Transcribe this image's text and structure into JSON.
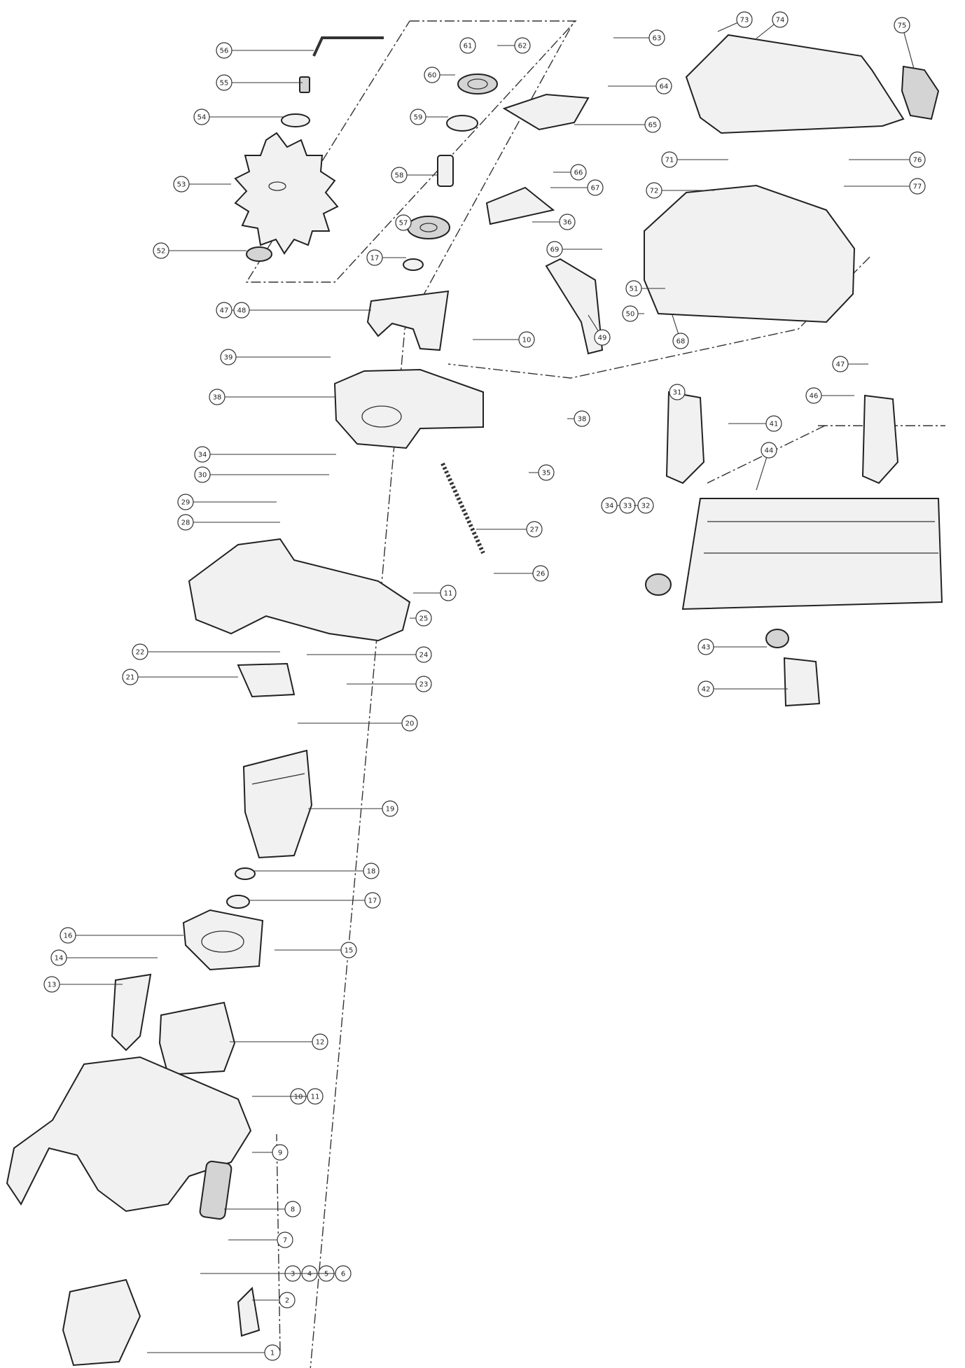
{
  "callouts": [
    {
      "label": "56"
    },
    {
      "label": "55"
    },
    {
      "label": "54"
    },
    {
      "label": "53"
    },
    {
      "label": "52"
    },
    {
      "label": "61"
    },
    {
      "label": "62"
    },
    {
      "label": "60"
    },
    {
      "label": "59"
    },
    {
      "label": "58"
    },
    {
      "label": "57"
    },
    {
      "label": "17"
    },
    {
      "label": "47"
    },
    {
      "label": "48"
    },
    {
      "label": "10"
    },
    {
      "label": "39"
    },
    {
      "label": "38"
    },
    {
      "label": "63"
    },
    {
      "label": "64"
    },
    {
      "label": "65"
    },
    {
      "label": "66"
    },
    {
      "label": "67"
    },
    {
      "label": "36"
    },
    {
      "label": "69"
    },
    {
      "label": "73"
    },
    {
      "label": "74"
    },
    {
      "label": "75"
    },
    {
      "label": "71"
    },
    {
      "label": "76"
    },
    {
      "label": "72"
    },
    {
      "label": "77"
    },
    {
      "label": "51"
    },
    {
      "label": "50"
    },
    {
      "label": "68"
    },
    {
      "label": "49"
    },
    {
      "label": "47"
    },
    {
      "label": "31"
    },
    {
      "label": "41"
    },
    {
      "label": "46"
    },
    {
      "label": "38"
    },
    {
      "label": "35"
    },
    {
      "label": "44"
    },
    {
      "label": "34"
    },
    {
      "label": "33"
    },
    {
      "label": "32"
    },
    {
      "label": "43"
    },
    {
      "label": "42"
    },
    {
      "label": "34"
    },
    {
      "label": "30"
    },
    {
      "label": "29"
    },
    {
      "label": "28"
    },
    {
      "label": "27"
    },
    {
      "label": "26"
    },
    {
      "label": "11"
    },
    {
      "label": "25"
    },
    {
      "label": "22"
    },
    {
      "label": "24"
    },
    {
      "label": "21"
    },
    {
      "label": "23"
    },
    {
      "label": "20"
    },
    {
      "label": "19"
    },
    {
      "label": "18"
    },
    {
      "label": "17"
    },
    {
      "label": "16"
    },
    {
      "label": "15"
    },
    {
      "label": "14"
    },
    {
      "label": "13"
    },
    {
      "label": "12"
    },
    {
      "label": "10"
    },
    {
      "label": "11"
    },
    {
      "label": "9"
    },
    {
      "label": "8"
    },
    {
      "label": "7"
    },
    {
      "label": "3"
    },
    {
      "label": "4"
    },
    {
      "label": "5"
    },
    {
      "label": "6"
    },
    {
      "label": "2"
    },
    {
      "label": "1"
    }
  ]
}
